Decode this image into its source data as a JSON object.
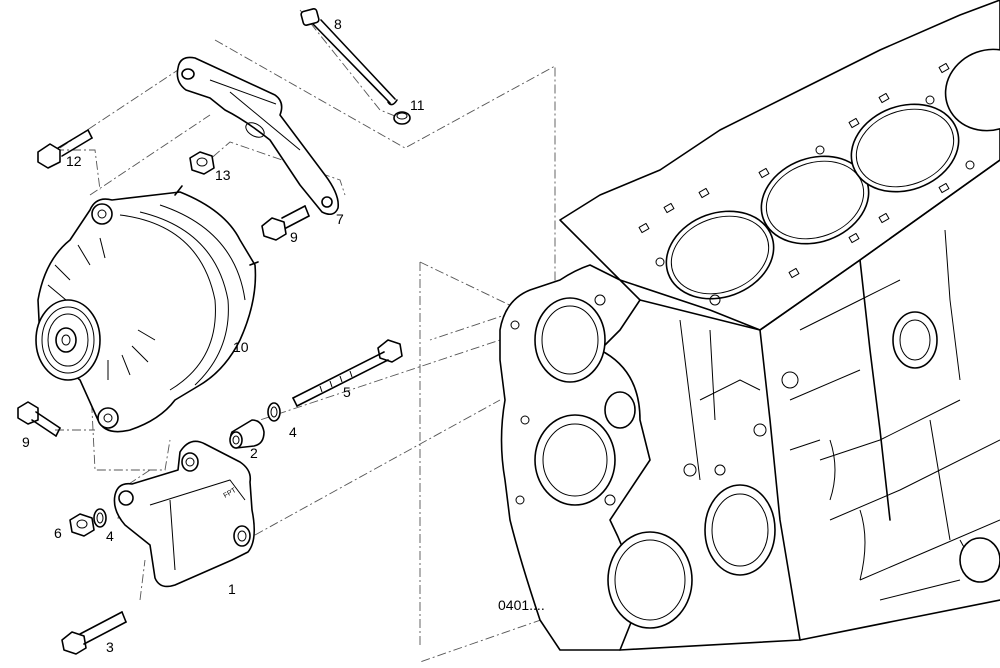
{
  "callouts": {
    "c1": "1",
    "c2": "2",
    "c3": "3",
    "c4a": "4",
    "c4b": "4",
    "c5": "5",
    "c6": "6",
    "c7": "7",
    "c8": "8",
    "c9a": "9",
    "c9b": "9",
    "c10": "10",
    "c11": "11",
    "c12": "12",
    "c13": "13"
  },
  "drawing_code": "0401...."
}
